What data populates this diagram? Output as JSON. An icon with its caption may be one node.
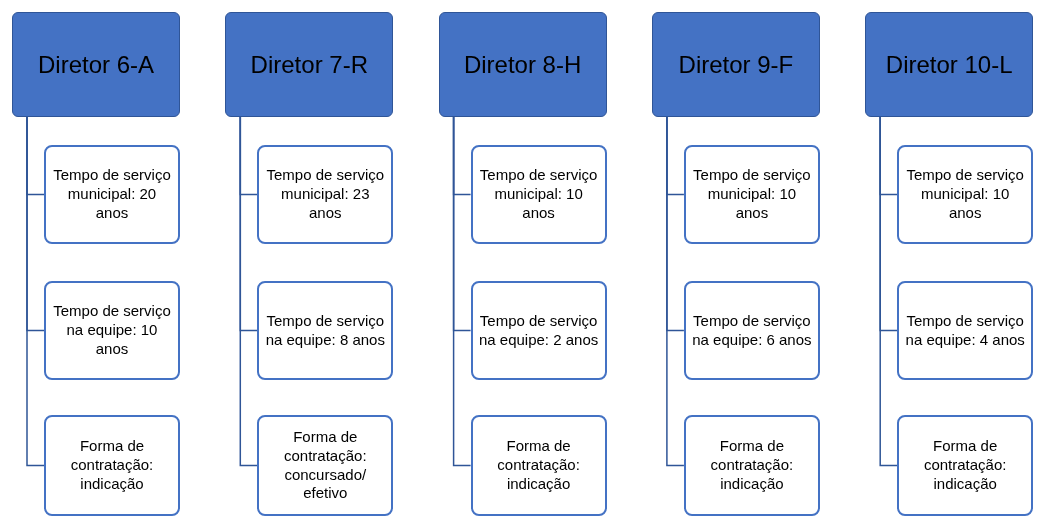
{
  "diagram": {
    "nodes": [
      {
        "text": [
          "Diretor 6-A"
        ]
      },
      {
        "text": [
          "Tempo de serviço municipal: 20 anos"
        ]
      },
      {
        "text": [
          "Tempo de serviço na equipe: 10 anos"
        ]
      },
      {
        "text": [
          "Forma de contratação: indicação"
        ]
      },
      {
        "text": [
          "Diretor 7-R"
        ]
      },
      {
        "text": [
          "Tempo de serviço municipal: 23 anos"
        ]
      },
      {
        "text": [
          "Tempo de serviço na equipe: 8 anos"
        ]
      },
      {
        "text": [
          "Forma de contratação: concursado/ efetivo"
        ]
      },
      {
        "text": [
          "Diretor 8-H"
        ]
      },
      {
        "text": [
          "Tempo de serviço municipal: 10 anos"
        ]
      },
      {
        "text": [
          "Tempo de serviço na equipe: 2 anos"
        ]
      },
      {
        "text": [
          "Forma de contratação: indicação"
        ]
      },
      {
        "text": [
          "Diretor 9-F"
        ]
      },
      {
        "text": [
          "Tempo de serviço municipal: 10 anos"
        ]
      },
      {
        "text": [
          "Tempo de serviço na equipe: 6 anos"
        ]
      },
      {
        "text": [
          "Forma de contratação: indicação"
        ]
      },
      {
        "text": [
          "Diretor 10-L"
        ]
      },
      {
        "text": [
          "Tempo de serviço municipal: 10 anos"
        ]
      },
      {
        "text": [
          "Tempo de serviço na equipe: 4 anos"
        ]
      },
      {
        "text": [
          "Forma de contratação: indicação"
        ]
      }
    ],
    "edges": [
      {
        "from": 0,
        "to": 1,
        "arrow": "none"
      },
      {
        "from": 0,
        "to": 2,
        "arrow": "none"
      },
      {
        "from": 0,
        "to": 3,
        "arrow": "none"
      },
      {
        "from": 4,
        "to": 5,
        "arrow": "none"
      },
      {
        "from": 4,
        "to": 6,
        "arrow": "none"
      },
      {
        "from": 4,
        "to": 7,
        "arrow": "none"
      },
      {
        "from": 8,
        "to": 9,
        "arrow": "none"
      },
      {
        "from": 8,
        "to": 10,
        "arrow": "none"
      },
      {
        "from": 8,
        "to": 11,
        "arrow": "none"
      },
      {
        "from": 12,
        "to": 13,
        "arrow": "none"
      },
      {
        "from": 12,
        "to": 14,
        "arrow": "none"
      },
      {
        "from": 12,
        "to": 15,
        "arrow": "none"
      },
      {
        "from": 16,
        "to": 17,
        "arrow": "none"
      },
      {
        "from": 16,
        "to": 18,
        "arrow": "none"
      },
      {
        "from": 16,
        "to": 19,
        "arrow": "none"
      }
    ]
  }
}
